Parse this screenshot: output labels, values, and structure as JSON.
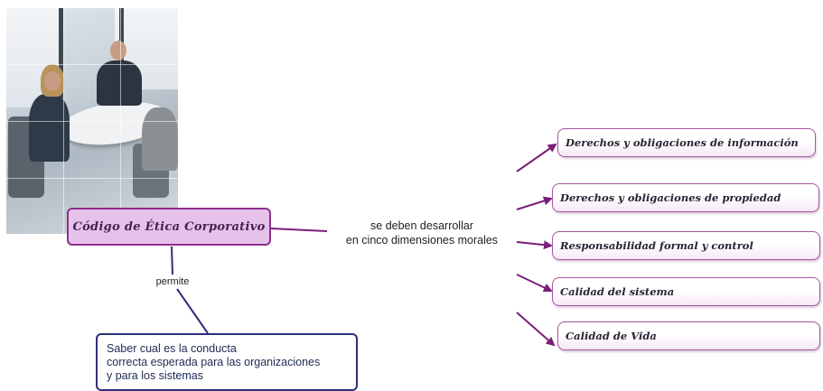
{
  "map": {
    "root": "Código de Ética Corporativo",
    "relation_dims": [
      "se deben desarrollar",
      "en cinco dimensiones morales"
    ],
    "relation_permite": "permite",
    "dimensions": [
      "Derechos y obligaciones de información",
      "Derechos y obligaciones de propiedad",
      "Responsabilidad formal y control",
      "Calidad del sistema",
      "Calidad de Vida"
    ],
    "result_lines": [
      "Saber cual es la conducta",
      "correcta esperada para las organizaciones",
      "y para los sistemas"
    ]
  },
  "colors": {
    "root_fill": "#e6c1ea",
    "root_border": "#8d2f8a",
    "link_purple": "#7a1f78",
    "result_border": "#2e2f7a",
    "dim_border": "#a455a1"
  },
  "icons": [
    "office-meeting-photo"
  ]
}
